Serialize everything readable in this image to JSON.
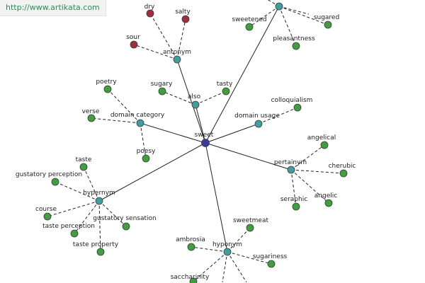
{
  "watermark": "http://www.artikata.com",
  "colors": {
    "center": "#3b3b9e",
    "relation": "#3f9f9f",
    "synonym": "#3f9f3f",
    "antonym": "#9e2f3f"
  },
  "center": "sweet",
  "relations": [
    {
      "id": "antonym",
      "label": "antonym",
      "terms": [
        "dry",
        "salty",
        "sour"
      ],
      "term_type": "antonym"
    },
    {
      "id": "also",
      "label": "also",
      "terms": [
        "sugary",
        "tasty"
      ],
      "term_type": "synonym"
    },
    {
      "id": "domain-category",
      "label": "domain category",
      "terms": [
        "poetry",
        "verse",
        "poesy"
      ],
      "term_type": "synonym"
    },
    {
      "id": "domain-usage",
      "label": "domain usage",
      "terms": [
        "colloquialism"
      ],
      "term_type": "synonym"
    },
    {
      "id": "top",
      "label": "",
      "terms": [
        "sweetened",
        "sugared",
        "pleasantness"
      ],
      "term_type": "synonym"
    },
    {
      "id": "pertainym",
      "label": "pertainym",
      "terms": [
        "angelical",
        "cherubic",
        "seraphic",
        "angelic"
      ],
      "term_type": "synonym"
    },
    {
      "id": "hypernym",
      "label": "hypernym",
      "terms": [
        "taste",
        "gustatory perception",
        "course",
        "taste perception",
        "gustatory sensation",
        "taste property"
      ],
      "term_type": "synonym"
    },
    {
      "id": "hyponym",
      "label": "hyponym",
      "terms": [
        "sweetmeat",
        "ambrosia",
        "sugariness",
        "saccharinity"
      ],
      "term_type": "synonym"
    }
  ]
}
